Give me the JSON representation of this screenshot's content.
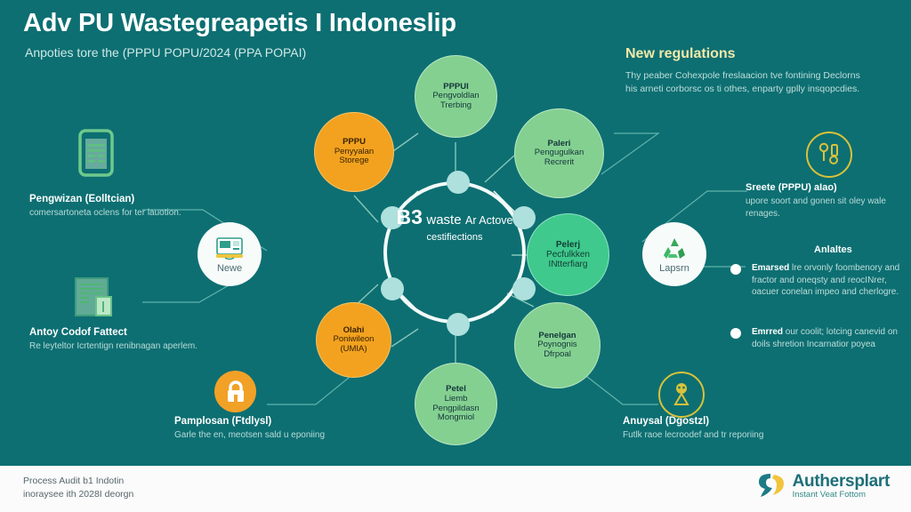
{
  "header": {
    "title": "Adv PU Wastegreapetis I Indoneslip",
    "subtitle": "Anpoties tore the (PPPU POPU/2024 (PPA POPAI)"
  },
  "new_regulations": {
    "heading": "New regulations",
    "body": "Thy peaber Cohexpole freslaacion tve fontining Declorns his arneti corborsc os ti othes, enparty gplly insqopcdies."
  },
  "right_blocks": {
    "ppu": {
      "heading": "Sreete (PPPU) aIao)",
      "text": "upore soort and gonen sit oley wale renages."
    },
    "annexes": {
      "heading": "Anlaltes"
    },
    "bullets": [
      {
        "lead": "Emarsed",
        "text": "lre orvonly foombenory and fractor and oneqsty and reocINrer, oacuer conelan impeo and cherlogre."
      },
      {
        "lead": "Emrred",
        "text": "our coolit; lotcing canevid on doils shretion Incarnatior poyea"
      }
    ]
  },
  "left_blocks": {
    "collection": {
      "heading": "Pengwizan (Eolltcian)",
      "text": "comersartoneta oclens for ter lauotion."
    },
    "audit": {
      "heading": "Antoy Codof Fattect",
      "text": "Re leyteltor Icrtentign renibnagan aperlem."
    },
    "analysis": {
      "heading": "Pamplosan (Ftdlysl)",
      "text": "Garle the en, meotsen sald u eponiing"
    },
    "disposal": {
      "heading": "Anuysal (Dgostzl)",
      "text": "Futlk raoe lecroodef and tr reporiing"
    }
  },
  "icons": {
    "news": {
      "name": "news-icon",
      "caption": "Newe"
    },
    "report": {
      "name": "recycle-icon",
      "caption": "Lapsrn"
    },
    "document_mobile": {
      "name": "document-mobile-icon"
    },
    "document_sheet": {
      "name": "document-sheet-icon"
    },
    "lock": {
      "name": "lock-icon"
    },
    "tools_ring": {
      "name": "tools-ring-icon"
    },
    "flask_ring": {
      "name": "flask-ring-icon"
    }
  },
  "hub": {
    "line1": "B3",
    "line2": "waste",
    "line3": "Ar Actove",
    "line4": "cestifiections"
  },
  "nodes": [
    {
      "id": "node-top",
      "line1": "PPPUI",
      "line2": "Pengvoldlan",
      "line3": "Trerbing",
      "color": "green"
    },
    {
      "id": "node-tr",
      "line1": "Paleri",
      "line2": "Pengugulkan",
      "line3": "Recrerit",
      "color": "green"
    },
    {
      "id": "node-right",
      "line1": "Pelerj",
      "line2": "Pecfulkken",
      "line3": "INtterfiarg",
      "color": "green2"
    },
    {
      "id": "node-br",
      "line1": "Penelgan",
      "line2": "Poynognis",
      "line3": "Dfrpoal",
      "color": "green"
    },
    {
      "id": "node-bottom",
      "line1": "Petel",
      "line2": "Liemb",
      "line3": "Pengpildasn",
      "line4": "Mongmiol",
      "color": "green"
    },
    {
      "id": "node-bl",
      "line1": "Olahi",
      "line2": "Poniwileon",
      "line3": "(UMIA)",
      "color": "orange"
    },
    {
      "id": "node-left",
      "line1": "PPPU",
      "line2": "Penyyalan",
      "line3": "Storege",
      "color": "orange"
    }
  ],
  "footer": {
    "text_line1": "Process Audit b1 Indotin",
    "text_line2": "inoraysee ith 2028I deorgn",
    "logo_name": "Authersplart",
    "logo_tagline": "Instant Veat Fottom"
  },
  "colors": {
    "background": "#0d6f72",
    "accent_orange": "#f2a21f",
    "accent_green": "#84d091",
    "accent_teal_green": "#3fc98d",
    "hub_ring": "#f3fbf9",
    "hub_dot": "#aee0dd",
    "heading_yellow": "#f2e9a8",
    "footer_bg": "#fbfbfb",
    "logo_teal": "#1d6f78"
  }
}
